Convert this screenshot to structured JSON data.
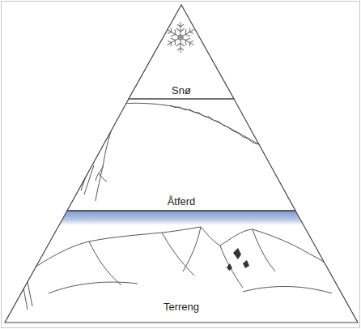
{
  "diagram": {
    "nodes": [
      {
        "text": [
          "Snø"
        ]
      },
      {
        "text": [
          "Åtferd"
        ]
      },
      {
        "text": [
          "Terreng"
        ]
      }
    ]
  }
}
